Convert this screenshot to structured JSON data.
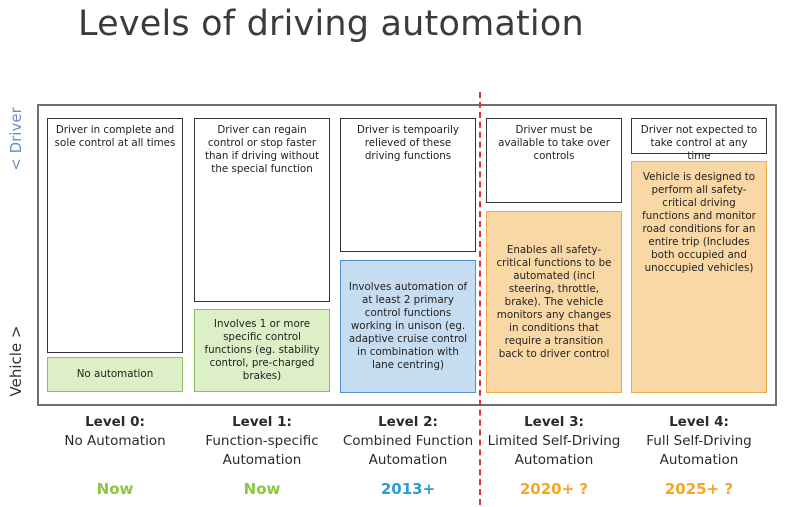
{
  "title": "Levels of driving automation",
  "axis": {
    "driver": "< Driver",
    "vehicle": "Vehicle >"
  },
  "levels": [
    {
      "name": "Level 0:",
      "desc": "No Automation",
      "year": "Now",
      "driver_text": "Driver in complete and sole control at all times",
      "vehicle_text": "No automation"
    },
    {
      "name": "Level 1:",
      "desc": "Function-specific Automation",
      "year": "Now",
      "driver_text": "Driver can regain control or stop faster than if driving without the special function",
      "vehicle_text": "Involves 1 or more specific control functions (eg. stability control, pre-charged brakes)"
    },
    {
      "name": "Level 2:",
      "desc": "Combined Function Automation",
      "year": "2013+",
      "driver_text": "Driver is tempoarily relieved of these driving functions",
      "vehicle_text": "Involves automation of at least 2 primary control functions working in unison (eg. adaptive cruise control in combination with lane centring)"
    },
    {
      "name": "Level 3:",
      "desc": "Limited Self-Driving Automation",
      "year": "2020+ ?",
      "driver_text": "Driver must be available to take over controls",
      "vehicle_text": "Enables all safety-critical functions to be automated (incl steering, throttle, brake). The vehicle monitors any changes in conditions that require a transition back to driver control"
    },
    {
      "name": "Level 4:",
      "desc": "Full Self-Driving Automation",
      "year": "2025+ ?",
      "driver_text": "Driver not expected to take control at any time",
      "vehicle_text": "Vehicle is designed to perform all safety-critical driving functions and monitor road conditions for an entire trip (Includes both occupied and unoccupied vehicles)"
    }
  ],
  "colors": {
    "green_text": "#8cc63f",
    "blue_text": "#2f9ad6",
    "orange_text": "#f5a623",
    "divider": "#d9363c"
  }
}
